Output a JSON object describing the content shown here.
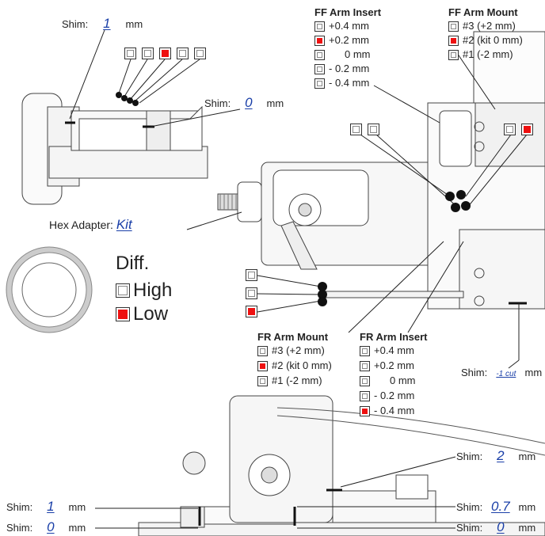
{
  "shim_label": "Shim:",
  "mm_label": "mm",
  "shims": {
    "top_left": "1",
    "top_mid": "0",
    "right_mid": "-1 cut",
    "bottom_right_1": "2",
    "bottom_right_2": "0.7",
    "bottom_right_3": "0",
    "bottom_left_1": "1",
    "bottom_left_2": "0"
  },
  "hex_adapter": {
    "label": "Hex Adapter:",
    "value": "Kit"
  },
  "diff": {
    "title": "Diff.",
    "options": [
      {
        "label": "High",
        "selected": false
      },
      {
        "label": "Low",
        "selected": true
      }
    ]
  },
  "ff_arm_insert": {
    "title": "FF Arm Insert",
    "options": [
      {
        "label": "+0.4 mm",
        "selected": false
      },
      {
        "label": "+0.2 mm",
        "selected": true
      },
      {
        "label": "0 mm",
        "selected": false
      },
      {
        "label": "- 0.2 mm",
        "selected": false
      },
      {
        "label": "- 0.4 mm",
        "selected": false
      }
    ]
  },
  "ff_arm_mount": {
    "title": "FF Arm Mount",
    "options": [
      {
        "label": "#3 (+2 mm)",
        "selected": false
      },
      {
        "label": "#2 (kit 0 mm)",
        "selected": true
      },
      {
        "label": "#1 (-2 mm)",
        "selected": false
      }
    ]
  },
  "fr_arm_mount": {
    "title": "FR Arm Mount",
    "options": [
      {
        "label": "#3 (+2 mm)",
        "selected": false
      },
      {
        "label": "#2 (kit 0 mm)",
        "selected": true
      },
      {
        "label": "#1 (-2 mm)",
        "selected": false
      }
    ]
  },
  "fr_arm_insert": {
    "title": "FR Arm Insert",
    "options": [
      {
        "label": "+0.4 mm",
        "selected": false
      },
      {
        "label": "+0.2 mm",
        "selected": false
      },
      {
        "label": "0 mm",
        "selected": false
      },
      {
        "label": "- 0.2 mm",
        "selected": false
      },
      {
        "label": "- 0.4 mm",
        "selected": true
      }
    ]
  },
  "position_selectors": {
    "top_row": [
      false,
      false,
      true,
      false,
      false
    ],
    "center_left": [
      false,
      false
    ],
    "center_right": [
      false,
      true
    ],
    "left_column": [
      false,
      false,
      true
    ]
  },
  "colors": {
    "selected": "#e11111",
    "value_text": "#1a3fa8"
  }
}
